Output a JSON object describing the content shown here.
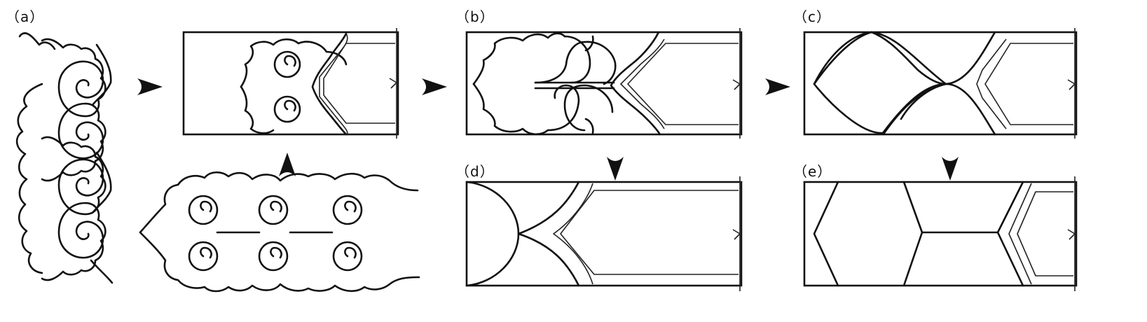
{
  "panels": {
    "a": {
      "label": "（a）"
    },
    "b": {
      "label": "（b）"
    },
    "c": {
      "label": "（c）"
    },
    "d": {
      "label": "（d）"
    },
    "e": {
      "label": "（e）"
    }
  },
  "icons": {
    "transition_arrow": "arrowhead-icon"
  },
  "colors": {
    "line": "#111111",
    "background": "#ffffff"
  }
}
